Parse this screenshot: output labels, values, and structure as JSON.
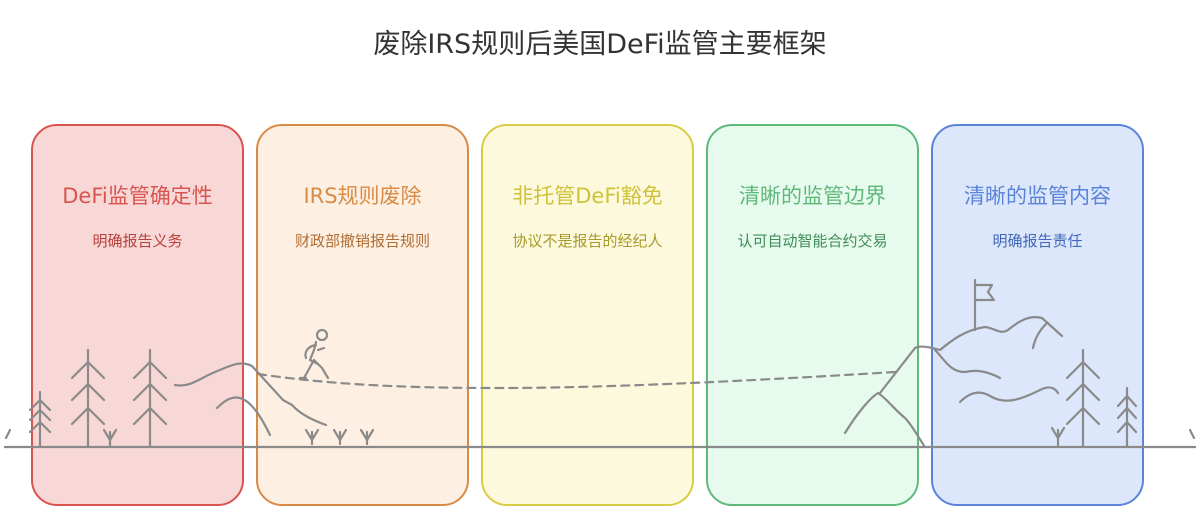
{
  "title": "废除IRS规则后美国DeFi监管主要框架",
  "stages": [
    {
      "heading": "DeFi监管确定性",
      "sub": "明确报告义务",
      "border": "#d9544f",
      "fill": "#f8d7d7",
      "text": "#d9544f",
      "subtext": "#b8413c"
    },
    {
      "heading": "IRS规则废除",
      "sub": "财政部撤销报告规则",
      "border": "#d98a45",
      "fill": "#fdf0e3",
      "text": "#d98a45",
      "subtext": "#b06d33"
    },
    {
      "heading": "非托管DeFi豁免",
      "sub": "协议不是报告的经纪人",
      "border": "#d9cc45",
      "fill": "#fdf9dc",
      "text": "#cfc13a",
      "subtext": "#a89a2a"
    },
    {
      "heading": "清晰的监管边界",
      "sub": "认可自动智能合约交易",
      "border": "#5fb97a",
      "fill": "#e6faee",
      "text": "#5fb97a",
      "subtext": "#3f8c57"
    },
    {
      "heading": "清晰的监管内容",
      "sub": "明确报告责任",
      "border": "#5a83d9",
      "fill": "#dde7fb",
      "text": "#5a83d9",
      "subtext": "#4068b8"
    }
  ]
}
